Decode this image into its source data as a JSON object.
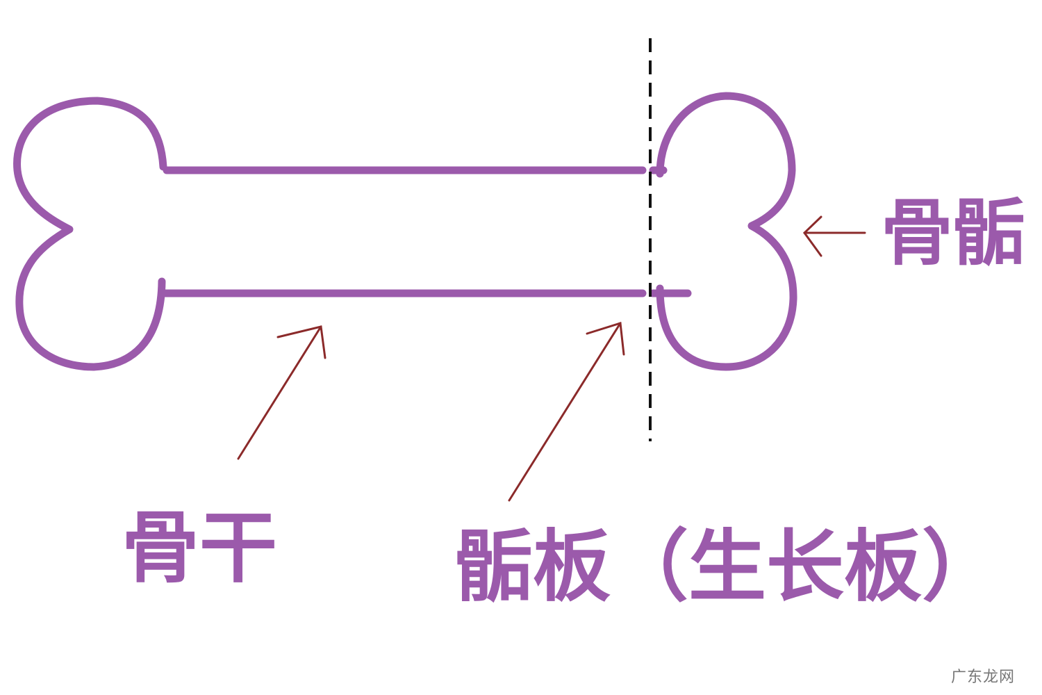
{
  "labels": {
    "epiphysis": "骨骺",
    "diaphysis": "骨干",
    "growth_plate": "骺板（生长板）"
  },
  "watermark": "广东龙网",
  "colors": {
    "bone_outline": "#9b5aab",
    "label_text": "#9b5aab",
    "arrow": "#8b2a2a",
    "divider": "#111111",
    "background": "#ffffff"
  },
  "icons": {
    "bone": "bone-outline-icon",
    "arrow": "thin-arrow-icon"
  }
}
